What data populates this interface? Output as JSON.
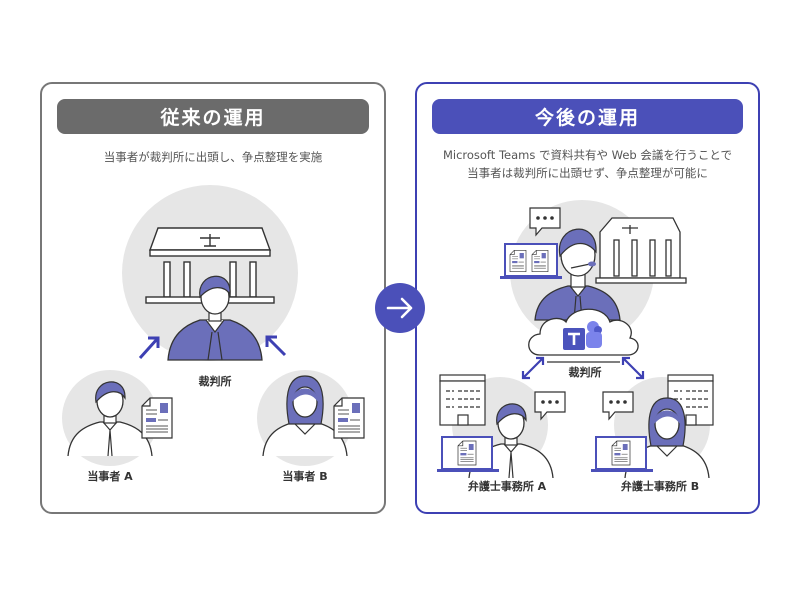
{
  "left_panel": {
    "title": "従来の運用",
    "subtitle": "当事者が裁判所に出頭し、争点整理を実施",
    "labels": {
      "court": "裁判所",
      "party_a": "当事者 A",
      "party_b": "当事者 B"
    }
  },
  "right_panel": {
    "title": "今後の運用",
    "subtitle_line1": "Microsoft Teams で資料共有や Web 会議を行うことで",
    "subtitle_line2": "当事者は裁判所に出頭せず、争点整理が可能に",
    "labels": {
      "court": "裁判所",
      "office_a": "弁護士事務所 A",
      "office_b": "弁護士事務所 B"
    }
  },
  "colors": {
    "accent": "#4b50b9",
    "person": "#6b6fba",
    "header_gray": "#6b6b6b",
    "circle": "#e6e6e6"
  }
}
